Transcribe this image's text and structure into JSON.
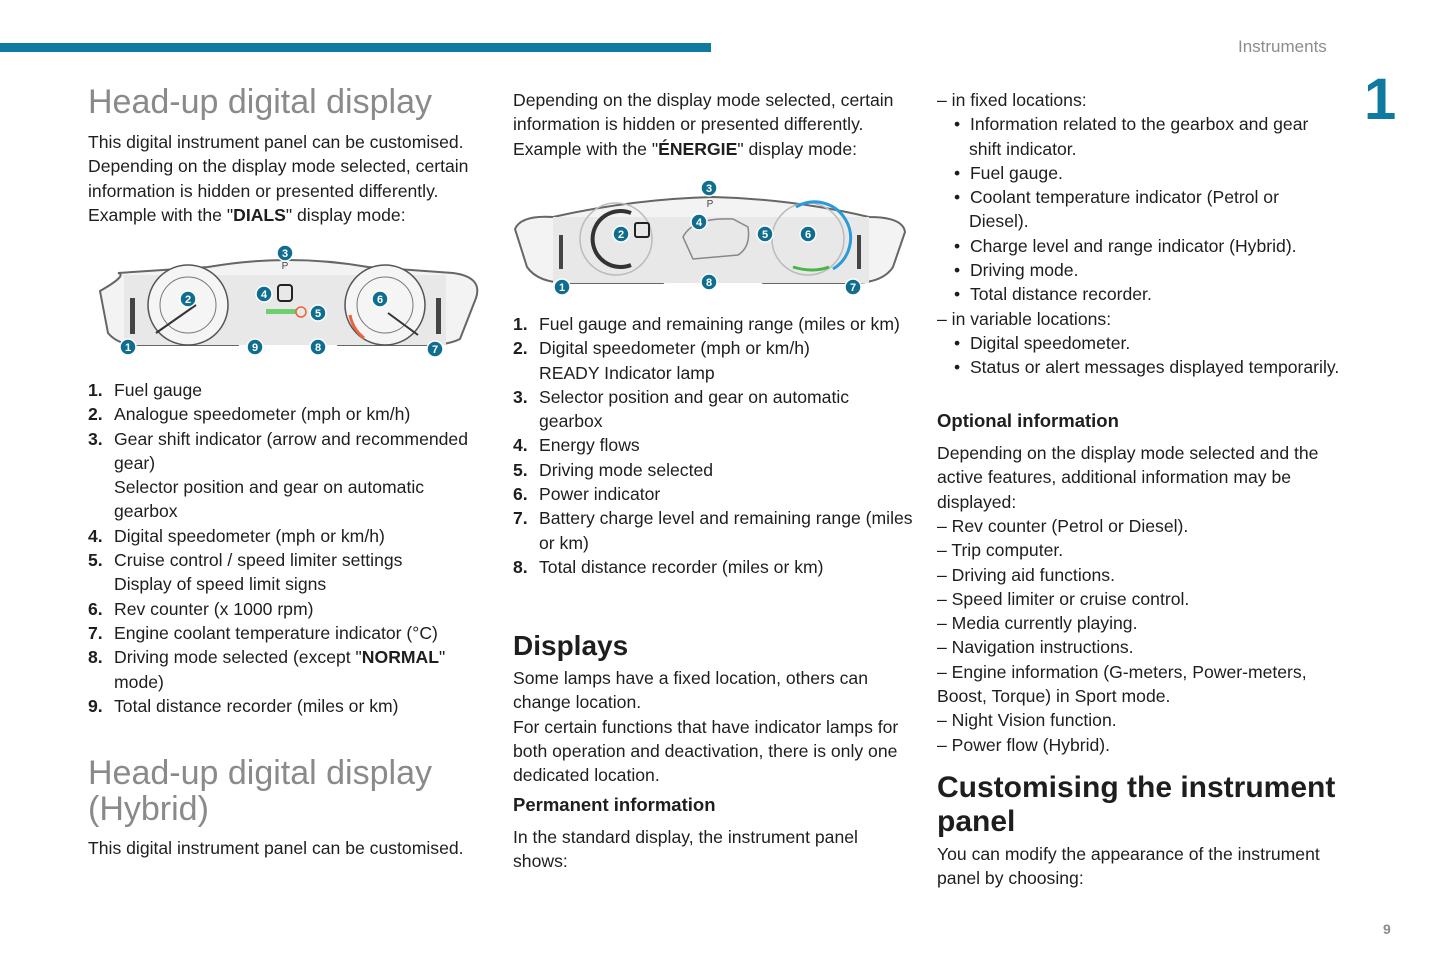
{
  "header": {
    "section": "Instruments",
    "chapter": "1",
    "page": "9"
  },
  "col1": {
    "title": "Head-up digital display",
    "intro": {
      "pre": "This digital instrument panel can be customised. Depending on the display mode selected, certain information is hidden or presented differently. Example with the \"",
      "bold": "DIALS",
      "post": "\" display mode:"
    },
    "diagram": {
      "badges": [
        "1",
        "2",
        "3",
        "4",
        "5",
        "6",
        "7",
        "8",
        "9"
      ],
      "gear": "P"
    },
    "list": [
      {
        "n": "1.",
        "t": "Fuel gauge"
      },
      {
        "n": "2.",
        "t": "Analogue speedometer (mph or km/h)"
      },
      {
        "n": "3.",
        "t": "Gear shift indicator (arrow and recommended gear)",
        "sub": "Selector position and gear on automatic gearbox"
      },
      {
        "n": "4.",
        "t": "Digital speedometer (mph or km/h)"
      },
      {
        "n": "5.",
        "t": "Cruise control / speed limiter settings",
        "sub": "Display of speed limit signs"
      },
      {
        "n": "6.",
        "t": "Rev counter (x 1000 rpm)"
      },
      {
        "n": "7.",
        "t": "Engine coolant temperature indicator (°C)"
      },
      {
        "n": "8.",
        "t": "Driving mode selected (except \"",
        "b": "NORMAL",
        "t2": "\" mode)"
      },
      {
        "n": "9.",
        "t": "Total distance recorder (miles or km)"
      }
    ],
    "title2": "Head-up digital display (Hybrid)",
    "para2": "This digital instrument panel can be customised."
  },
  "col2": {
    "intro": {
      "pre": "Depending on the display mode selected, certain information is hidden or presented differently. Example with the \"",
      "bold": "ÉNERGIE",
      "post": "\" display mode:"
    },
    "diagram": {
      "badges": [
        "1",
        "2",
        "3",
        "4",
        "5",
        "6",
        "7",
        "8"
      ],
      "gear": "P"
    },
    "list": [
      {
        "n": "1.",
        "t": "Fuel gauge and remaining range (miles or km)"
      },
      {
        "n": "2.",
        "t": "Digital speedometer (mph or km/h)",
        "sub": "READY Indicator lamp"
      },
      {
        "n": "3.",
        "t": "Selector position and gear on automatic gearbox"
      },
      {
        "n": "4.",
        "t": "Energy flows"
      },
      {
        "n": "5.",
        "t": "Driving mode selected"
      },
      {
        "n": "6.",
        "t": "Power indicator"
      },
      {
        "n": "7.",
        "t": "Battery charge level and remaining range (miles or km)"
      },
      {
        "n": "8.",
        "t": "Total distance recorder (miles or km)"
      }
    ],
    "displays_title": "Displays",
    "displays_para1": "Some lamps have a fixed location, others can change location.",
    "displays_para2": "For certain functions that have indicator lamps for both operation and deactivation, there is only one dedicated location.",
    "permanent_title": "Permanent information",
    "permanent_para": "In the standard display, the instrument panel shows:"
  },
  "col3": {
    "fixed": "–  in fixed locations:",
    "fixed_items": [
      "Information related to the gearbox and gear shift indicator.",
      "Fuel gauge.",
      "Coolant temperature indicator (Petrol or Diesel).",
      "Charge level and range indicator (Hybrid).",
      "Driving mode.",
      "Total distance recorder."
    ],
    "variable": "–  in variable locations:",
    "variable_items": [
      "Digital speedometer.",
      "Status or alert messages displayed temporarily."
    ],
    "optional_title": "Optional information",
    "optional_para": "Depending on the display mode selected and the active features, additional information may be displayed:",
    "optional_items": [
      "–  Rev counter (Petrol or Diesel).",
      "–  Trip computer.",
      "–  Driving aid functions.",
      "–  Speed limiter or cruise control.",
      "–  Media currently playing.",
      "–  Navigation instructions.",
      "–  Engine information (G-meters, Power-meters, Boost, Torque) in Sport mode.",
      "–  Night Vision function.",
      "–  Power flow (Hybrid)."
    ],
    "custom_title": "Customising the instrument panel",
    "custom_para": "You can modify the appearance of the instrument panel by choosing:"
  }
}
